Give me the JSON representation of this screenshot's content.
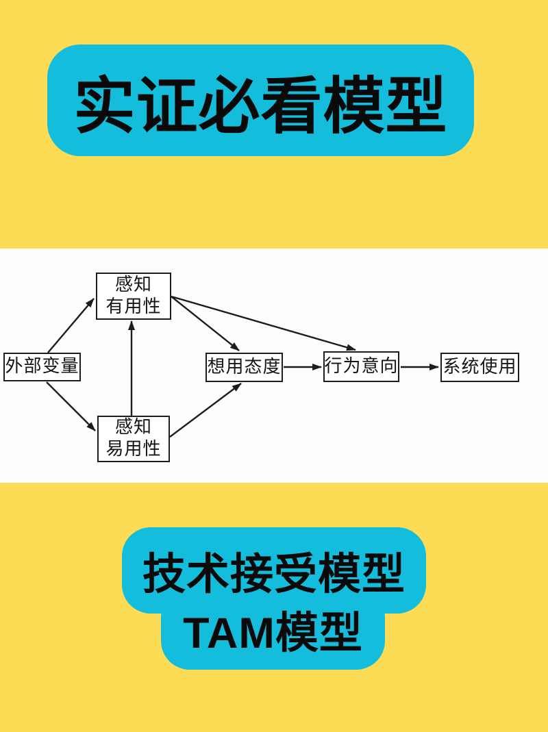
{
  "colors": {
    "background_yellow": "#FCDB55",
    "panel_cyan": "#15BDDC",
    "diagram_white": "#FDFDFD",
    "ink_black": "#0A0A0A",
    "line_black": "#1C1C1C"
  },
  "header": {
    "title": "实证必看模型"
  },
  "diagram": {
    "type": "flowchart",
    "nodes": {
      "external": {
        "label": "外部变量"
      },
      "usefulness": {
        "line1": "感知",
        "line2": "有用性"
      },
      "ease": {
        "line1": "感知",
        "line2": "易用性"
      },
      "attitude": {
        "label": "想用态度"
      },
      "intention": {
        "label": "行为意向"
      },
      "system": {
        "label": "系统使用"
      }
    },
    "edges": [
      {
        "from": "外部变量",
        "to": "感知有用性"
      },
      {
        "from": "外部变量",
        "to": "感知易用性"
      },
      {
        "from": "感知易用性",
        "to": "感知有用性"
      },
      {
        "from": "感知有用性",
        "to": "想用态度"
      },
      {
        "from": "感知有用性",
        "to": "行为意向"
      },
      {
        "from": "感知易用性",
        "to": "想用态度"
      },
      {
        "from": "想用态度",
        "to": "行为意向"
      },
      {
        "from": "行为意向",
        "to": "系统使用"
      }
    ]
  },
  "footer": {
    "line1": "技术接受模型",
    "line2": "TAM模型"
  }
}
